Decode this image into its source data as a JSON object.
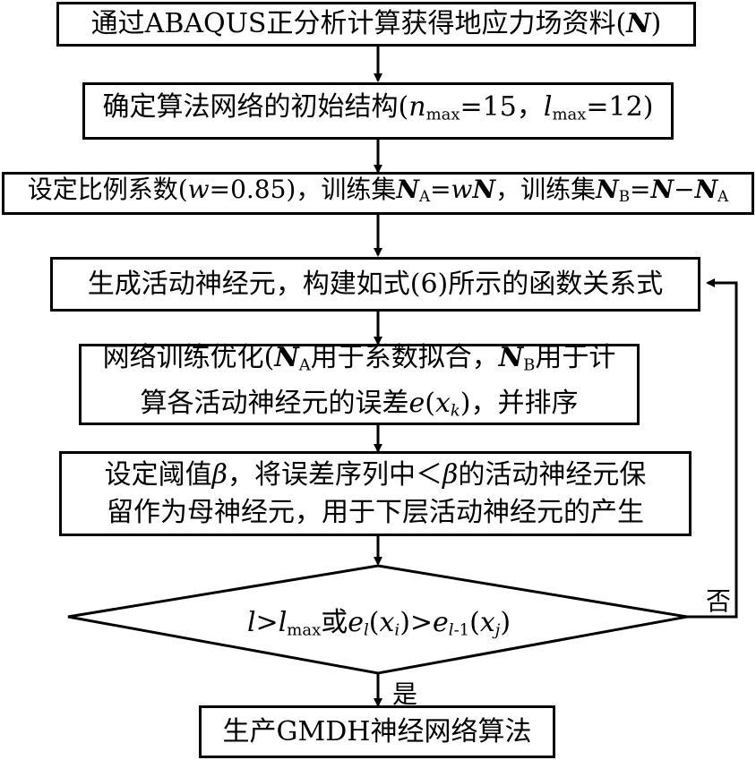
{
  "steps": [
    {
      "pre": "通过ABAQUS正分析计算获得地应力场资料(",
      "N": "N",
      "post": ")"
    },
    {
      "pre": "确定算法网络的初始结构(",
      "n": "n",
      "nsub": "max",
      "neq": "=15，",
      "l": "l",
      "lsub": "max",
      "leq": "=12)"
    },
    {
      "pre": "设定比例系数(",
      "w": "w",
      "eq": "=0.85)，训练集",
      "NA": "N",
      "A": "A",
      "mid": "=",
      "w2": "w",
      "N1": "N",
      "sep": "，训练集",
      "NB": "N",
      "B": "B",
      "eq2": "=",
      "N2": "N",
      "minus": "−",
      "N3": "N",
      "A2": "A"
    },
    {
      "text": "生成活动神经元，构建如式(6)所示的函数关系式"
    },
    {
      "line1_pre": "网络训练优化(",
      "NA": "N",
      "A": "A",
      "line1_mid": "用于系数拟合，",
      "NB": "N",
      "B": "B",
      "line1_post": "用于计",
      "line2_pre": "算各活动神经元的误差",
      "e": "e",
      "paren_open": "(",
      "x": "x",
      "k": "k",
      "line2_post": ")，并排序"
    },
    {
      "line1_pre": "设定阈值",
      "beta": "β",
      "line1_mid": "，将误差序列中＜",
      "beta2": "β",
      "line1_post": "的活动神经元保",
      "line2": "留作为母神经元，用于下层活动神经元的产生"
    },
    {
      "l": "l",
      "gt": ">",
      "l2": "l",
      "max": "max",
      "or": "或",
      "e1": "e",
      "l3": "l",
      "p1": "(",
      "x1": "x",
      "i": "i",
      "p2": ")>",
      "e2": "e",
      "l4": "l",
      "m1": "-1",
      "p3": "(",
      "x2": "x",
      "j": "j",
      "p4": ")"
    },
    {
      "text": "生产GMDH神经网络算法"
    }
  ],
  "labels": {
    "no": "否",
    "yes": "是"
  }
}
